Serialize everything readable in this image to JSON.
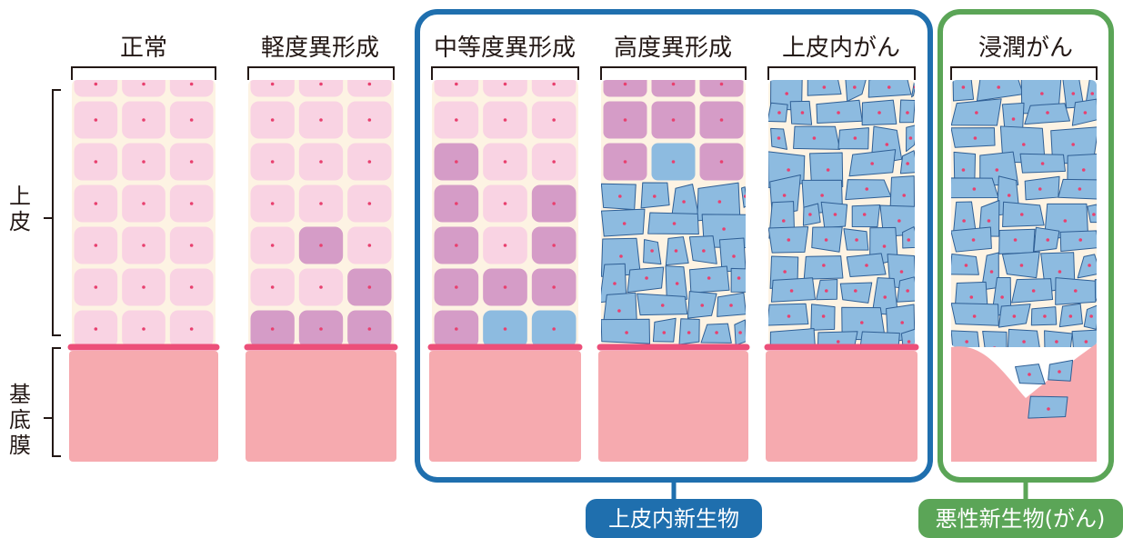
{
  "columns": [
    {
      "title": "正常"
    },
    {
      "title": "軽度異形成"
    },
    {
      "title": "中等度異形成"
    },
    {
      "title": "高度異形成"
    },
    {
      "title": "上皮内がん"
    },
    {
      "title": "浸潤がん"
    }
  ],
  "side_labels": {
    "epithelium": [
      "上",
      "皮"
    ],
    "basement_membrane": [
      "基",
      "底",
      "膜"
    ]
  },
  "groups": {
    "intraepithelial": {
      "label": "上皮内新生物",
      "color": "#1f6fae"
    },
    "malignant": {
      "label": "悪性新生物(がん)",
      "color": "#5ba557"
    }
  },
  "colors": {
    "background": "#fdf3e3",
    "normal_cell": "#f9d3e3",
    "dysplastic_cell": "#d59cc7",
    "cancer_cell": "#8dbbe0",
    "cancer_cell_edge": "#2f5f95",
    "nucleus": "#e8406f",
    "basement_membrane": "#ec4f79",
    "stroma": "#f6aaaf",
    "bracket": "#231815"
  }
}
